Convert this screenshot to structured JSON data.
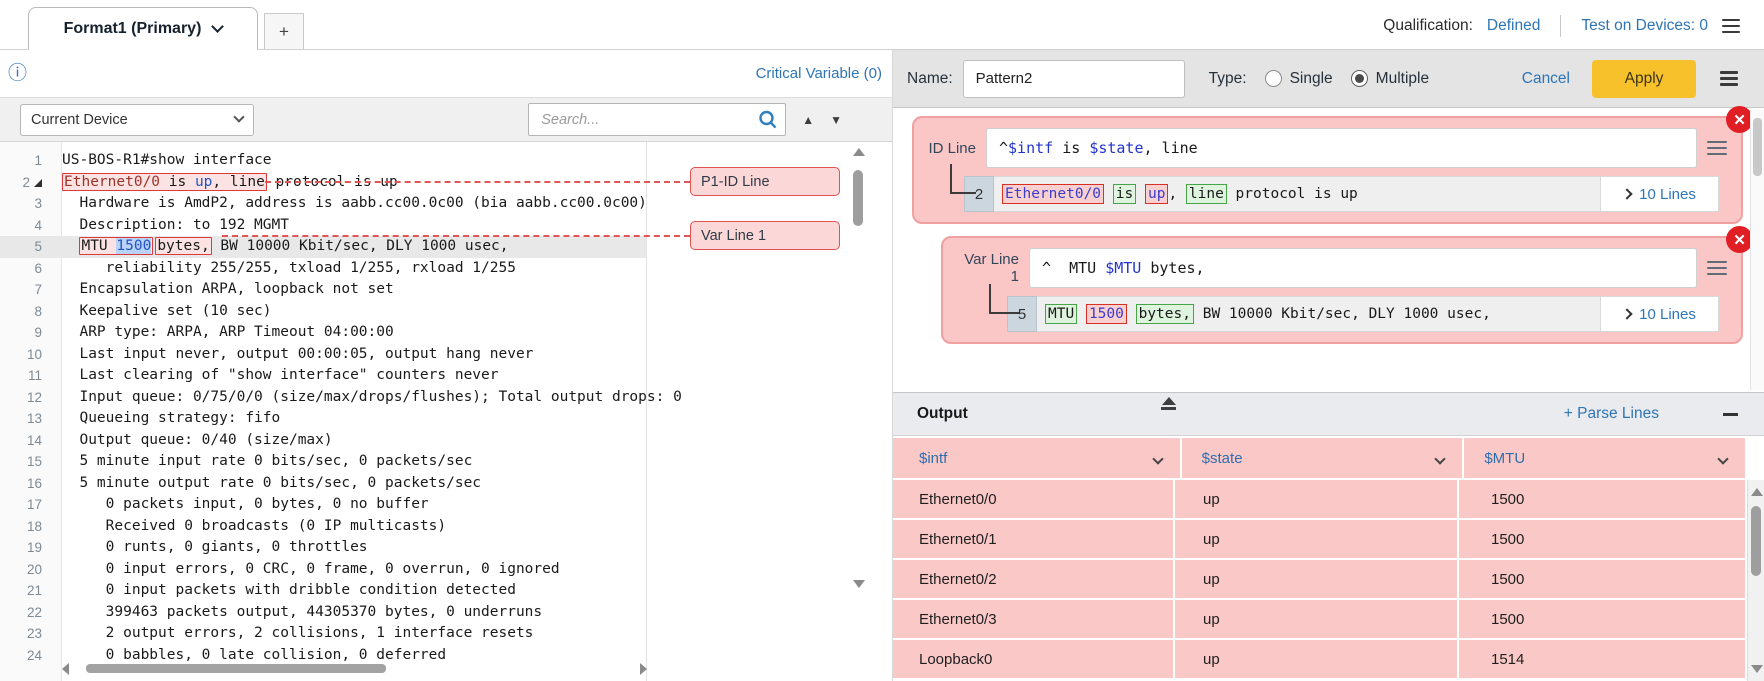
{
  "topbar": {
    "tab_label": "Format1 (Primary)",
    "plus_label": "+",
    "qualification_label": "Qualification:",
    "qualification_value": "Defined",
    "test_devices": "Test on Devices: 0"
  },
  "left": {
    "info_icon": "ⓘ",
    "critical_variable": "Critical Variable (0)",
    "device_select_value": "Current Device",
    "search_placeholder": "Search...",
    "scroll_up": "▲",
    "scroll_down": "▼",
    "annotation_labels": [
      {
        "text": "P1-ID Line"
      },
      {
        "text": "Var Line 1"
      }
    ],
    "code_lines": [
      {
        "n": 1,
        "segs": [
          {
            "t": "US-BOS-R1#show interface"
          }
        ]
      },
      {
        "n": 2,
        "fold": true,
        "segs": [
          {
            "c": "hl-red",
            "ch": [
              {
                "t": "Ethernet0/0",
                "c": "t-maroon"
              },
              {
                "t": " is "
              },
              {
                "t": "up",
                "c": "t-blue"
              },
              {
                "t": ", line"
              }
            ]
          },
          {
            "t": " protocol is up"
          }
        ]
      },
      {
        "n": 3,
        "segs": [
          {
            "t": "  Hardware is AmdP2, address is aabb.cc00.0c00 (bia aabb.cc00.0c00)"
          }
        ]
      },
      {
        "n": 4,
        "segs": [
          {
            "t": "  Description: to 192 MGMT"
          }
        ]
      },
      {
        "n": 5,
        "active": true,
        "segs": [
          {
            "t": "  "
          },
          {
            "c": "hl-red",
            "ch": [
              {
                "t": "MTU "
              },
              {
                "t": "1500",
                "c": "t-blue sel-blue"
              }
            ]
          },
          {
            "c": "hl-red hl-gap",
            "ch": [
              {
                "t": "bytes,"
              }
            ]
          },
          {
            "t": " BW 10000 Kbit/sec, DLY 1000 usec,"
          }
        ]
      },
      {
        "n": 6,
        "segs": [
          {
            "t": "     reliability 255/255, txload 1/255, rxload 1/255"
          }
        ]
      },
      {
        "n": 7,
        "segs": [
          {
            "t": "  Encapsulation ARPA, loopback not set"
          }
        ]
      },
      {
        "n": 8,
        "segs": [
          {
            "t": "  Keepalive set (10 sec)"
          }
        ]
      },
      {
        "n": 9,
        "segs": [
          {
            "t": "  ARP type: ARPA, ARP Timeout 04:00:00"
          }
        ]
      },
      {
        "n": 10,
        "segs": [
          {
            "t": "  Last input never, output 00:00:05, output hang never"
          }
        ]
      },
      {
        "n": 11,
        "segs": [
          {
            "t": "  Last clearing of \"show interface\" counters never"
          }
        ]
      },
      {
        "n": 12,
        "segs": [
          {
            "t": "  Input queue: 0/75/0/0 (size/max/drops/flushes); Total output drops: 0"
          }
        ]
      },
      {
        "n": 13,
        "segs": [
          {
            "t": "  Queueing strategy: fifo"
          }
        ]
      },
      {
        "n": 14,
        "segs": [
          {
            "t": "  Output queue: 0/40 (size/max)"
          }
        ]
      },
      {
        "n": 15,
        "segs": [
          {
            "t": "  5 minute input rate 0 bits/sec, 0 packets/sec"
          }
        ]
      },
      {
        "n": 16,
        "segs": [
          {
            "t": "  5 minute output rate 0 bits/sec, 0 packets/sec"
          }
        ]
      },
      {
        "n": 17,
        "segs": [
          {
            "t": "     0 packets input, 0 bytes, 0 no buffer"
          }
        ]
      },
      {
        "n": 18,
        "segs": [
          {
            "t": "     Received 0 broadcasts (0 IP multicasts)"
          }
        ]
      },
      {
        "n": 19,
        "segs": [
          {
            "t": "     0 runts, 0 giants, 0 throttles"
          }
        ]
      },
      {
        "n": 20,
        "segs": [
          {
            "t": "     0 input errors, 0 CRC, 0 frame, 0 overrun, 0 ignored"
          }
        ]
      },
      {
        "n": 21,
        "segs": [
          {
            "t": "     0 input packets with dribble condition detected"
          }
        ]
      },
      {
        "n": 22,
        "segs": [
          {
            "t": "     399463 packets output, 44305370 bytes, 0 underruns"
          }
        ]
      },
      {
        "n": 23,
        "segs": [
          {
            "t": "     2 output errors, 2 collisions, 1 interface resets"
          }
        ]
      },
      {
        "n": 24,
        "segs": [
          {
            "t": "     0 babbles, 0 late collision, 0 deferred"
          }
        ]
      }
    ]
  },
  "right": {
    "name_label": "Name:",
    "name_value": "Pattern2",
    "type_label": "Type:",
    "type_options": [
      "Single",
      "Multiple"
    ],
    "type_selected": "Multiple",
    "cancel_label": "Cancel",
    "apply_label": "Apply",
    "cards": [
      {
        "label": "ID Line",
        "pattern": [
          {
            "t": "^"
          },
          {
            "t": "$intf",
            "c": "t-pvar"
          },
          {
            "t": " is "
          },
          {
            "t": "$state",
            "c": "t-pvar"
          },
          {
            "t": ", line"
          }
        ],
        "line_no": "2",
        "match": [
          {
            "t": "Ethernet0/0",
            "c": "mt-var"
          },
          {
            "t": " "
          },
          {
            "t": "is",
            "c": "mt-lit"
          },
          {
            "t": " "
          },
          {
            "t": "up",
            "c": "mt-var"
          },
          {
            "t": ", "
          },
          {
            "t": "line",
            "c": "mt-lit"
          },
          {
            "t": " protocol is up"
          }
        ],
        "more": "10 Lines"
      },
      {
        "label": "Var Line 1",
        "pattern": [
          {
            "t": "^  MTU "
          },
          {
            "t": "$MTU",
            "c": "t-pvar"
          },
          {
            "t": " bytes,"
          }
        ],
        "line_no": "5",
        "match": [
          {
            "t": "MTU",
            "c": "mt-lit"
          },
          {
            "t": " "
          },
          {
            "t": "1500",
            "c": "mt-var"
          },
          {
            "t": " "
          },
          {
            "t": "bytes,",
            "c": "mt-lit"
          },
          {
            "t": " BW 10000 Kbit/sec, DLY 1000 usec,"
          }
        ],
        "more": "10 Lines"
      }
    ],
    "output": {
      "title": "Output",
      "parse_lines_label": "+ Parse Lines",
      "columns": [
        "$intf",
        "$state",
        "$MTU"
      ],
      "rows": [
        [
          "Ethernet0/0",
          "up",
          "1500"
        ],
        [
          "Ethernet0/1",
          "up",
          "1500"
        ],
        [
          "Ethernet0/2",
          "up",
          "1500"
        ],
        [
          "Ethernet0/3",
          "up",
          "1500"
        ],
        [
          "Loopback0",
          "up",
          "1514"
        ]
      ]
    }
  },
  "colors": {
    "accent_blue": "#2e75b6",
    "apply_yellow": "#f6c12b",
    "card_pink": "#fbc6c6",
    "table_pink": "#fbc8c8",
    "match_var_red": "#d93025",
    "match_lit_green": "#47a447",
    "close_red": "#e21e25"
  }
}
